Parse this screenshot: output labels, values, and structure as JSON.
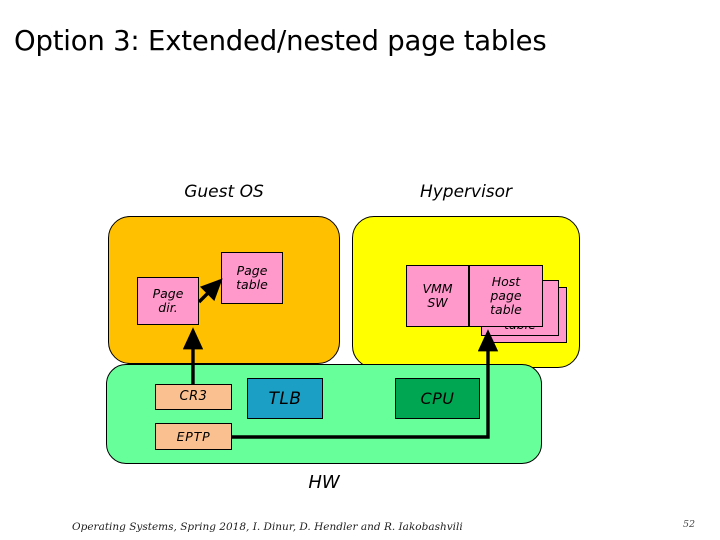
{
  "slide": {
    "title": "Option 3: Extended/nested page tables",
    "page_number": "52",
    "credit": "Operating Systems, Spring 2018, I. Dinur, D. Hendler and R. Iakobashvili"
  },
  "diagram": {
    "zones": {
      "guest_os": {
        "label": "Guest OS",
        "color": "#FFC000"
      },
      "hypervisor": {
        "label": "Hypervisor",
        "color": "#FFFF00"
      },
      "hardware": {
        "label": "HW",
        "color": "#66FF99"
      }
    },
    "boxes": {
      "page_dir": {
        "label": "Page\ndir.",
        "line1": "Page",
        "line2": "dir.",
        "color": "#FF99CC"
      },
      "page_table": {
        "label": "Page\ntable",
        "line1": "Page",
        "line2": "table",
        "color": "#FF99CC"
      },
      "vmm_sw": {
        "line1": "VMM",
        "line2": "SW",
        "color": "#FF99CC"
      },
      "host_page_table": {
        "line1": "Host",
        "line2": "page",
        "line3": "table",
        "color": "#FF99CC"
      },
      "host_page_table_stack_1": {
        "label": "table",
        "color": "#FF99CC"
      },
      "host_page_table_stack_2": {
        "label": "table",
        "color": "#FF99CC"
      },
      "cr3": {
        "label": "CR3",
        "color": "#FAC090"
      },
      "eptp": {
        "label": "EPTP",
        "color": "#FAC090"
      },
      "tlb": {
        "label": "TLB",
        "color": "#1C9FC4"
      },
      "cpu": {
        "label": "CPU",
        "color": "#00A651"
      }
    },
    "connectors": [
      {
        "name": "cr3-to-page-dir",
        "from": "cr3",
        "to": "page_dir",
        "style": "arrow"
      },
      {
        "name": "page-dir-to-page-table",
        "from": "page_dir",
        "to": "page_table",
        "style": "arrow"
      },
      {
        "name": "eptp-to-host-page-table",
        "from": "eptp",
        "to": "host_page_table",
        "style": "arrow"
      }
    ]
  }
}
